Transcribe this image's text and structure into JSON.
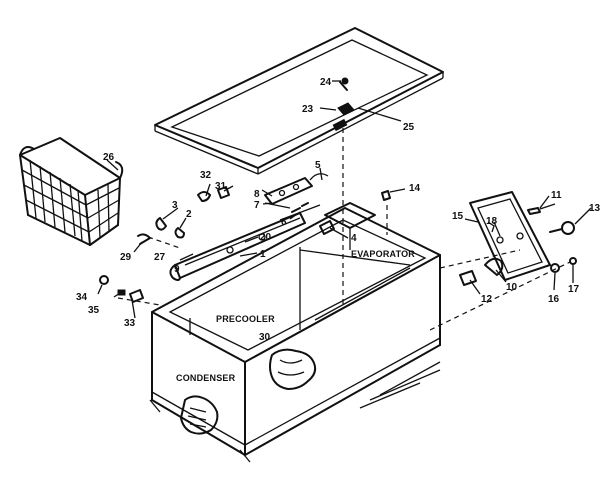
{
  "labels": {
    "evaporator": "EVAPORATOR",
    "precooler": "PRECOOLER",
    "condenser": "CONDENSER"
  },
  "part_numbers": {
    "p1": "1",
    "p2": "2",
    "p3": "3",
    "p4": "4",
    "p5": "5",
    "p6": "6",
    "p7": "7",
    "p8": "8",
    "p9": "9",
    "p10": "10",
    "p11": "11",
    "p12": "12",
    "p13": "13",
    "p14": "14",
    "p15": "15",
    "p16": "16",
    "p17": "17",
    "p18": "18",
    "p20": "20",
    "p23": "23",
    "p24": "24",
    "p25": "25",
    "p26": "26",
    "p27": "27",
    "p29": "29",
    "p30": "30",
    "p31": "31",
    "p32": "32",
    "p33": "33",
    "p34": "34",
    "p35": "35"
  }
}
